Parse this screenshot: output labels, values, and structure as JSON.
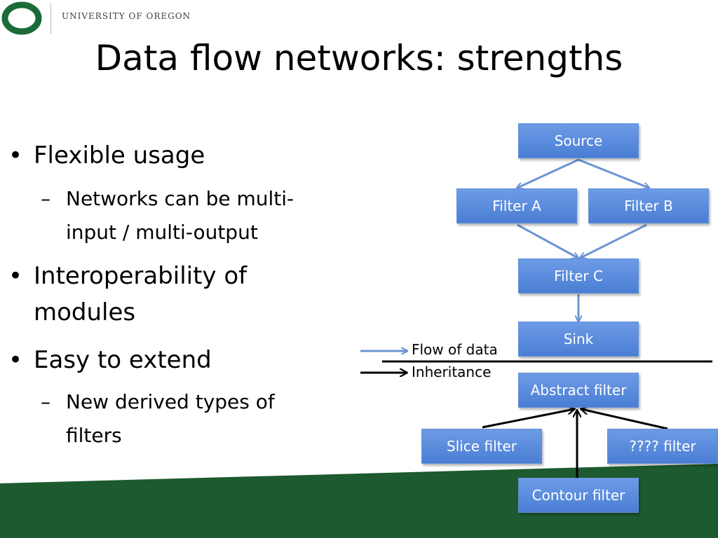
{
  "header": {
    "org_name": "UNIVERSITY OF OREGON",
    "logo_icon": "oregon-o-logo-icon",
    "logo_color": "#1a6b39"
  },
  "slide": {
    "title": "Data flow networks: strengths",
    "bullets": [
      {
        "text": "Flexible usage",
        "subs": [
          "Networks can be multi-input / multi-output"
        ]
      },
      {
        "text": "Interoperability of modules",
        "subs": []
      },
      {
        "text": "Easy to extend",
        "subs": [
          "New derived types of filters"
        ]
      }
    ],
    "bullet_symbol": "•",
    "sub_symbol": "–"
  },
  "diagram": {
    "nodes": {
      "source": "Source",
      "filter_a": "Filter A",
      "filter_b": "Filter B",
      "filter_c": "Filter C",
      "sink": "Sink",
      "abstract_filter": "Abstract filter",
      "slice_filter": "Slice filter",
      "unknown_filter": "???? filter",
      "contour_filter": "Contour filter"
    },
    "legend": {
      "flow_of_data": "Flow of data",
      "inheritance": "Inheritance"
    },
    "colors": {
      "node_fill": "#5b8ddc",
      "flow_arrow": "#6a94d3",
      "inheritance_arrow": "#000000",
      "footer_band": "#1d5a2f"
    }
  }
}
